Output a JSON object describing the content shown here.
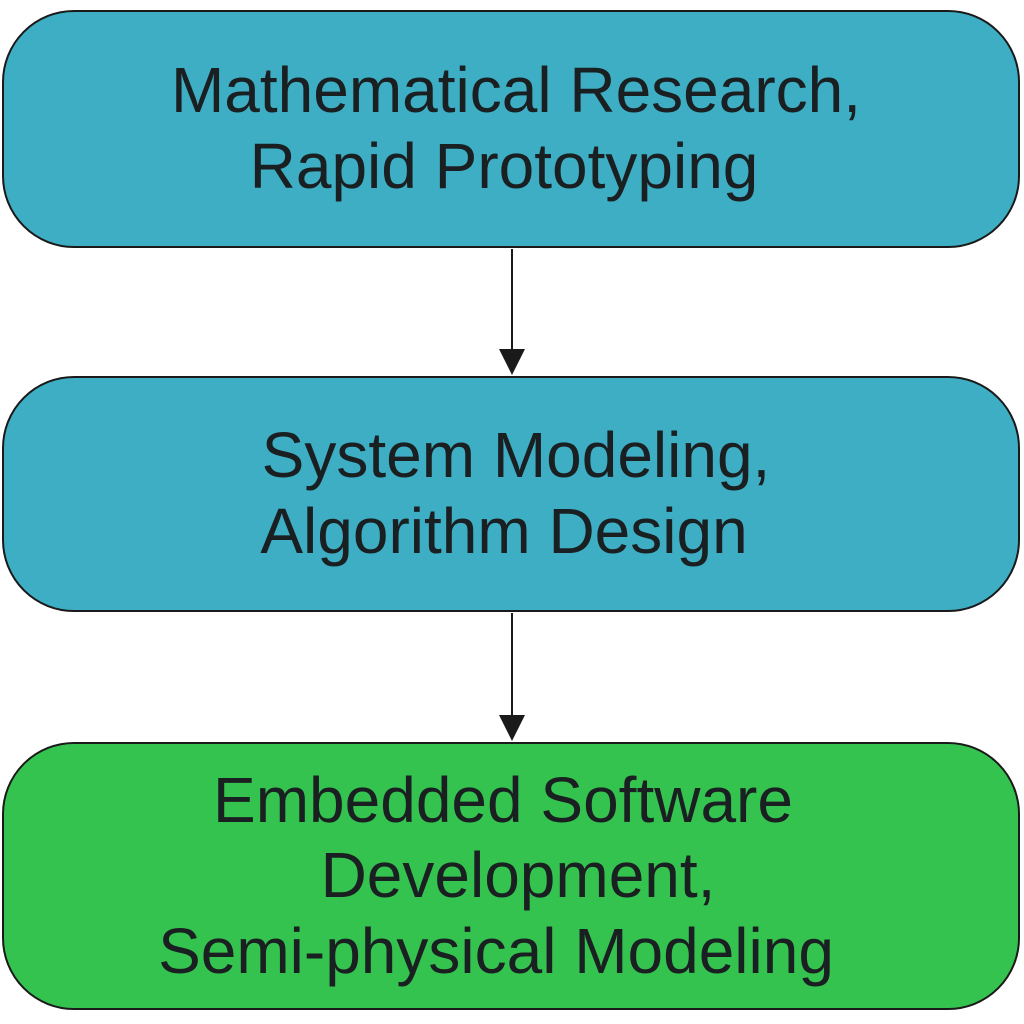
{
  "colors": {
    "blue_box": "#3daec3",
    "green_box": "#35c350",
    "stroke": "#1a1a1a",
    "text": "#1a1f21"
  },
  "steps": [
    {
      "lines": [
        "Mathematical Research,",
        "Rapid Prototyping"
      ],
      "color": "#3daec3"
    },
    {
      "lines": [
        "System Modeling,",
        "Algorithm Design"
      ],
      "color": "#3daec3"
    },
    {
      "lines": [
        "Embedded Software",
        "Development,",
        "Semi-physical Modeling"
      ],
      "color": "#35c350"
    }
  ]
}
